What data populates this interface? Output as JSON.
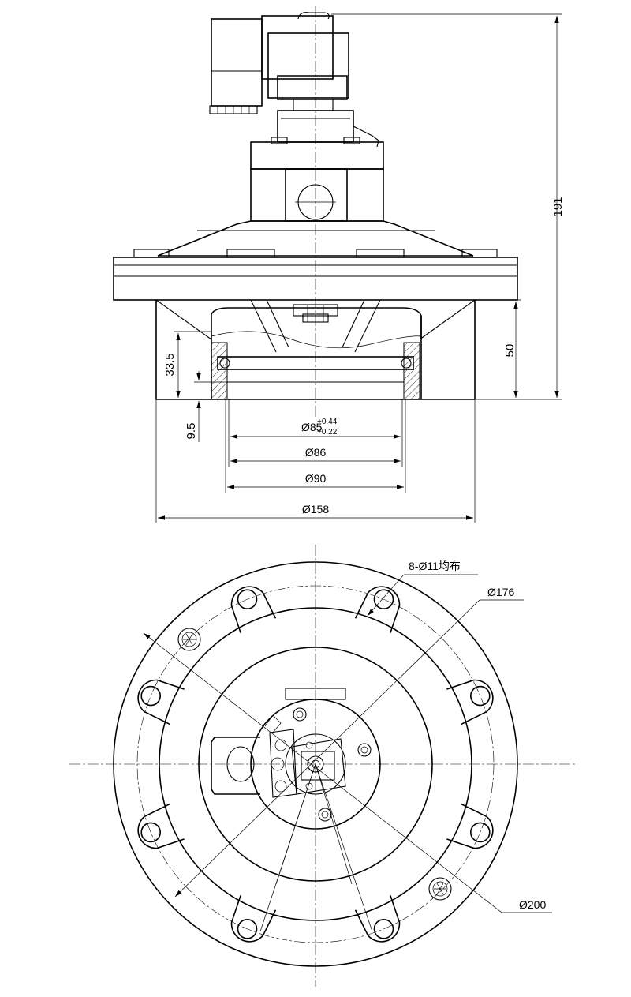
{
  "dimensions": {
    "height_total": "191",
    "height_lower": "50",
    "depth_upper": "33.5",
    "depth_lower": "9.5",
    "bore_fit": {
      "base": "Ø85",
      "upper_tol": "+0.44",
      "lower_tol": "+0.22"
    },
    "dia_86": "Ø86",
    "dia_90": "Ø90",
    "dia_158": "Ø158",
    "holes": "8-Ø11均布",
    "dia_176": "Ø176",
    "dia_200": "Ø200"
  }
}
